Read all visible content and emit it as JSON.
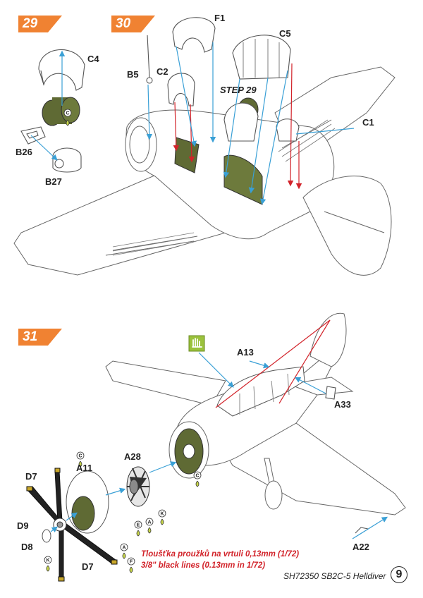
{
  "steps": {
    "s29": "29",
    "s30": "30",
    "s31": "31"
  },
  "parts": {
    "C4": "C4",
    "B26": "B26",
    "B27": "B27",
    "B5": "B5",
    "C2": "C2",
    "F1": "F1",
    "C5": "C5",
    "step29_ref": "STEP 29",
    "C1": "C1",
    "A13": "A13",
    "A33": "A33",
    "A28": "A28",
    "A11": "A11",
    "D7a": "D7",
    "D7b": "D7",
    "D9": "D9",
    "D8": "D8",
    "A22": "A22"
  },
  "paint_codes": {
    "c1": "C",
    "c2": "C",
    "c3": "C",
    "e": "E",
    "a1": "A",
    "k1": "K",
    "k2": "K",
    "a2": "A",
    "f": "F"
  },
  "notes": {
    "czech": "Tloušťka proužků na vrtuli 0,13mm (1/72)",
    "english": "3/8\" black lines (0.13mm in 1/72)"
  },
  "footer": {
    "code": "SH72350 SB2C-5 Helldiver",
    "page": "9"
  },
  "colors": {
    "step_tab": "#f08232",
    "arrow_blue": "#3aa0d6",
    "arrow_red": "#d2232a",
    "cockpit_green": "#5f6a34",
    "line": "#555555",
    "hand_icon_bg": "#9bc23c"
  }
}
